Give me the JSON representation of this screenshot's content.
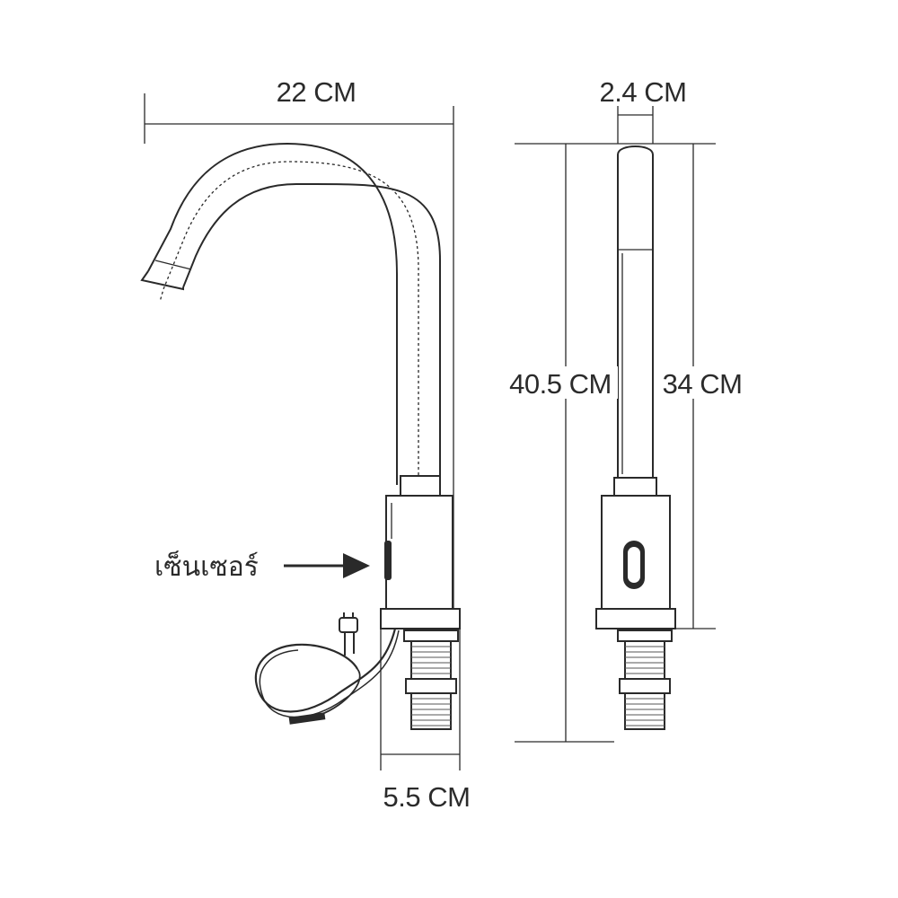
{
  "dimensions": {
    "spout_reach": "22 CM",
    "pipe_diameter": "2.4 CM",
    "total_height": "40.5 CM",
    "body_height": "34 CM",
    "base_diameter": "5.5 CM"
  },
  "labels": {
    "sensor": "เซ็นเซอร์"
  },
  "icons": {
    "sensor_arrow": "arrow-right-icon"
  },
  "colors": {
    "line": "#2a2a2a",
    "background": "#ffffff"
  }
}
